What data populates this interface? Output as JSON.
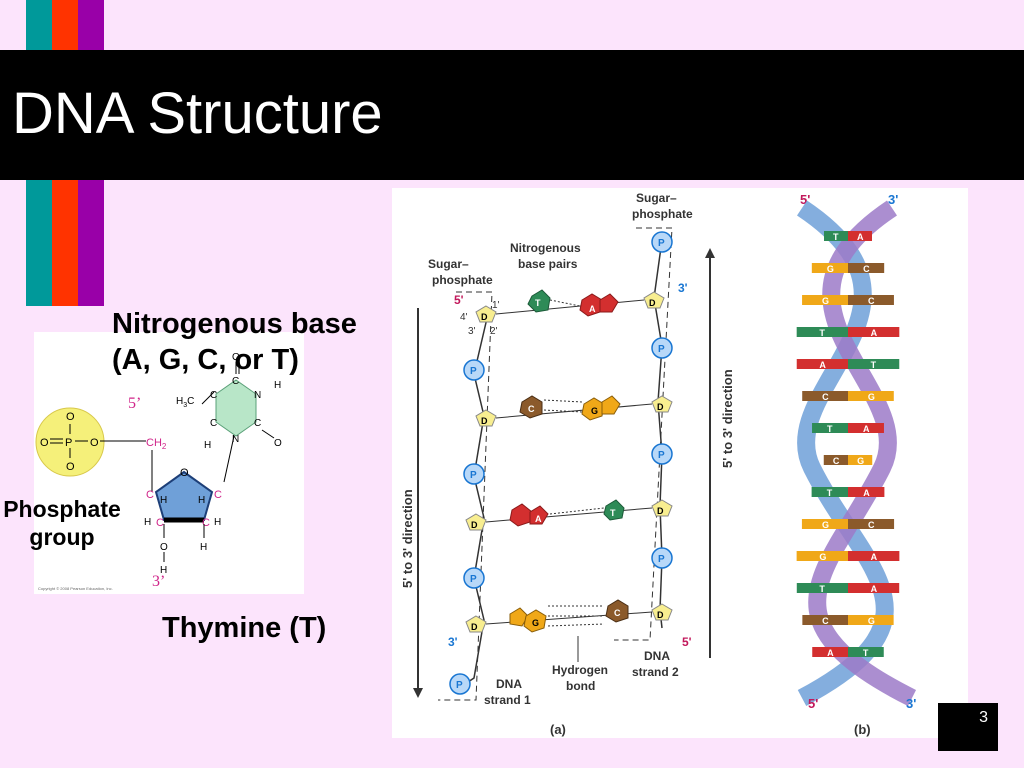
{
  "slide": {
    "title": "DNA Structure",
    "page_number": "3",
    "stripe_colors": [
      "#00999a",
      "#ff3300",
      "#9900a8"
    ]
  },
  "labels": {
    "nitrogenous_base_line1": "Nitrogenous base",
    "nitrogenous_base_line2": "(A, G, C, or T)",
    "phosphate_line1": "Phosphate",
    "phosphate_line2": "group",
    "thymine": "Thymine (T)"
  },
  "nucleotide": {
    "five_prime": "5’",
    "three_prime": "3’",
    "phosphate_O_top": "O",
    "phosphate_O_left": "O",
    "phosphate_P": "P",
    "phosphate_O_right": "O",
    "phosphate_O_bottom": "O",
    "ch2": "CH",
    "ch2_sub": "2",
    "h3c": "H",
    "h3c_sub": "3",
    "h3c_c": "C",
    "ring_C1": "C",
    "ring_N1": "N",
    "ring_H": "H",
    "ring_C2": "C",
    "ring_C3": "C",
    "ring_C4": "C",
    "ring_N2": "N",
    "ring_O1": "O",
    "ring_O2": "O",
    "ring_H2": "H",
    "sugar_O": "O",
    "sugar_C1": "C",
    "sugar_C2": "C",
    "sugar_C3": "C",
    "sugar_C4": "C",
    "sugar_H1": "H",
    "sugar_H2": "H",
    "sugar_H3": "H",
    "sugar_H4": "H",
    "oh_O": "O",
    "oh_H": "H",
    "bottom_H": "H",
    "copyright": "Copyright © 2008 Pearson Education, Inc."
  },
  "figure_a": {
    "sugar_phosphate_left_1": "Sugar–",
    "sugar_phosphate_left_2": "phosphate",
    "sugar_phosphate_right_1": "Sugar–",
    "sugar_phosphate_right_2": "phosphate",
    "nitrogenous_1": "Nitrogenous",
    "nitrogenous_2": "base pairs",
    "five_prime_top": "5'",
    "three_prime_top": "3'",
    "n4": "4'",
    "n1": "1'",
    "n3": "3'",
    "n2": "2'",
    "direction_left": "5' to 3' direction",
    "direction_right": "5' to 3' direction",
    "three_prime_bottom": "3'",
    "five_prime_bottom": "5'",
    "dna_strand1_1": "DNA",
    "dna_strand1_2": "strand 1",
    "hydrogen_1": "Hydrogen",
    "hydrogen_2": "bond",
    "dna_strand2_1": "DNA",
    "dna_strand2_2": "strand 2",
    "caption": "(a)",
    "P": "P",
    "D": "D",
    "base_T": "T",
    "base_A": "A",
    "base_C": "C",
    "base_G": "G"
  },
  "figure_b": {
    "five_prime_top": "5'",
    "three_prime_top": "3'",
    "five_prime_bottom": "5'",
    "three_prime_bottom": "3'",
    "caption": "(b)",
    "rungs": [
      [
        "T",
        "A"
      ],
      [
        "G",
        "C"
      ],
      [
        "G",
        "C"
      ],
      [
        "T",
        "A"
      ],
      [
        "A",
        "T"
      ],
      [
        "C",
        "G"
      ],
      [
        "T",
        "A"
      ],
      [
        "C",
        "G"
      ],
      [
        "T",
        "A"
      ],
      [
        "G",
        "C"
      ],
      [
        "G",
        "A"
      ],
      [
        "T",
        "A"
      ],
      [
        "C",
        "G"
      ],
      [
        "A",
        "T"
      ]
    ]
  }
}
